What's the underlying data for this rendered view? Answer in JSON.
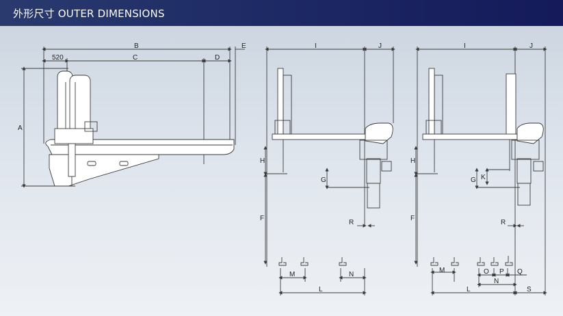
{
  "header": {
    "title": "外形尺寸  OUTER DIMENSIONS"
  },
  "view_side": {
    "labels": {
      "B": "B",
      "E": "E",
      "w520": "520",
      "C": "C",
      "D": "D",
      "A": "A"
    }
  },
  "view_front1": {
    "labels": {
      "I": "I",
      "J": "J",
      "H": "H",
      "G": "G",
      "F": "F",
      "R": "R",
      "M": "M",
      "N": "N",
      "L": "L"
    }
  },
  "view_front2": {
    "labels": {
      "I": "I",
      "J": "J",
      "H": "H",
      "G": "G",
      "K": "K",
      "F": "F",
      "R": "R",
      "M": "M",
      "O": "O",
      "P": "P",
      "Q": "Q",
      "N": "N",
      "L": "L",
      "S": "S"
    }
  },
  "colors": {
    "header_bg": "#1f2c66",
    "line": "#3a3a3a",
    "canvas_top": "#cdd6e1",
    "canvas_bottom": "#eef1f5"
  }
}
